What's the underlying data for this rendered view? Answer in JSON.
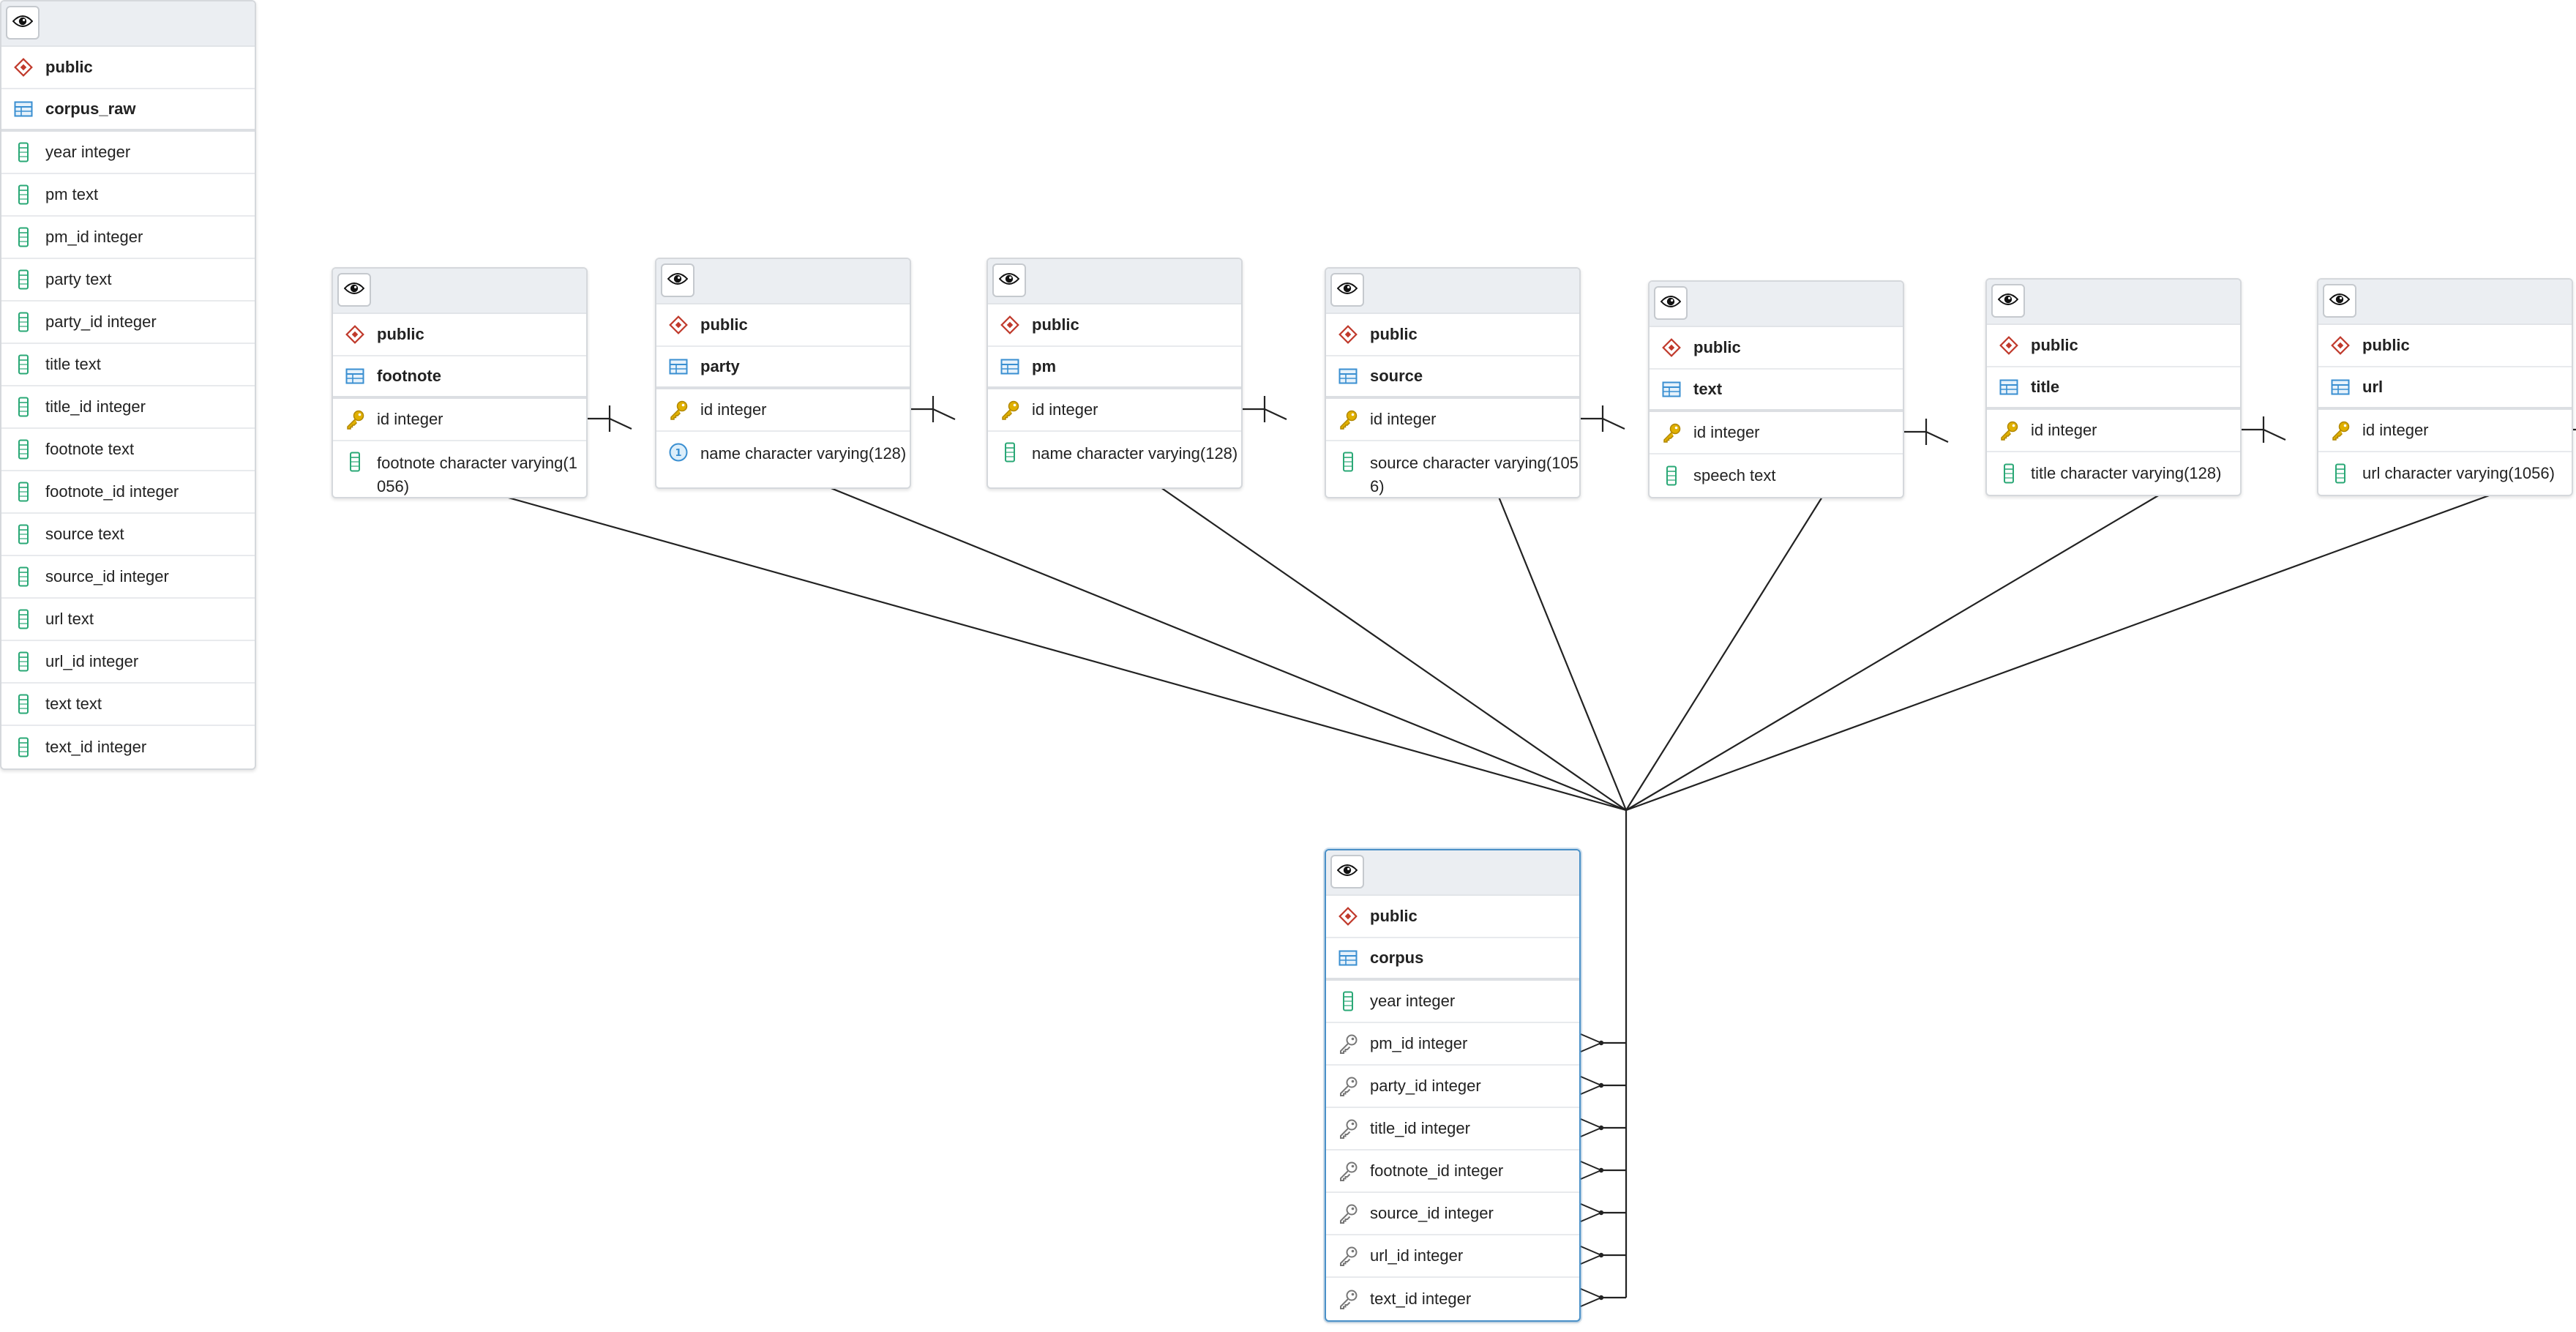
{
  "tables": [
    {
      "id": "corpus_raw",
      "schema": "public",
      "name": "corpus_raw",
      "selected": false,
      "columns": [
        {
          "label": "year integer",
          "icon": "column-icon"
        },
        {
          "label": "pm text",
          "icon": "column-icon"
        },
        {
          "label": "pm_id integer",
          "icon": "column-icon"
        },
        {
          "label": "party text",
          "icon": "column-icon"
        },
        {
          "label": "party_id integer",
          "icon": "column-icon"
        },
        {
          "label": "title text",
          "icon": "column-icon"
        },
        {
          "label": "title_id integer",
          "icon": "column-icon"
        },
        {
          "label": "footnote text",
          "icon": "column-icon"
        },
        {
          "label": "footnote_id integer",
          "icon": "column-icon"
        },
        {
          "label": "source text",
          "icon": "column-icon"
        },
        {
          "label": "source_id integer",
          "icon": "column-icon"
        },
        {
          "label": "url text",
          "icon": "column-icon"
        },
        {
          "label": "url_id integer",
          "icon": "column-icon"
        },
        {
          "label": "text text",
          "icon": "column-icon"
        },
        {
          "label": "text_id integer",
          "icon": "column-icon"
        }
      ]
    },
    {
      "id": "footnote",
      "schema": "public",
      "name": "footnote",
      "selected": false,
      "columns": [
        {
          "label": "id integer",
          "icon": "primary-key-icon"
        },
        {
          "label": "footnote character varying(1056)",
          "icon": "column-icon"
        }
      ]
    },
    {
      "id": "party",
      "schema": "public",
      "name": "party",
      "selected": false,
      "columns": [
        {
          "label": "id integer",
          "icon": "primary-key-icon"
        },
        {
          "label": "name character varying(128)",
          "icon": "unique-constraint-icon"
        }
      ]
    },
    {
      "id": "pm",
      "schema": "public",
      "name": "pm",
      "selected": false,
      "columns": [
        {
          "label": "id integer",
          "icon": "primary-key-icon"
        },
        {
          "label": "name character varying(128)",
          "icon": "column-icon"
        }
      ]
    },
    {
      "id": "source",
      "schema": "public",
      "name": "source",
      "selected": false,
      "columns": [
        {
          "label": "id integer",
          "icon": "primary-key-icon"
        },
        {
          "label": "source character varying(1056)",
          "icon": "column-icon"
        }
      ]
    },
    {
      "id": "text",
      "schema": "public",
      "name": "text",
      "selected": false,
      "columns": [
        {
          "label": "id integer",
          "icon": "primary-key-icon"
        },
        {
          "label": "speech text",
          "icon": "column-icon"
        }
      ]
    },
    {
      "id": "title",
      "schema": "public",
      "name": "title",
      "selected": false,
      "columns": [
        {
          "label": "id integer",
          "icon": "primary-key-icon"
        },
        {
          "label": "title character varying(128)",
          "icon": "column-icon"
        }
      ]
    },
    {
      "id": "url",
      "schema": "public",
      "name": "url",
      "selected": false,
      "columns": [
        {
          "label": "id integer",
          "icon": "primary-key-icon"
        },
        {
          "label": "url character varying(1056)",
          "icon": "column-icon"
        }
      ]
    },
    {
      "id": "corpus",
      "schema": "public",
      "name": "corpus",
      "selected": true,
      "columns": [
        {
          "label": "year integer",
          "icon": "column-icon"
        },
        {
          "label": "pm_id integer",
          "icon": "foreign-key-icon"
        },
        {
          "label": "party_id integer",
          "icon": "foreign-key-icon"
        },
        {
          "label": "title_id integer",
          "icon": "foreign-key-icon"
        },
        {
          "label": "footnote_id integer",
          "icon": "foreign-key-icon"
        },
        {
          "label": "source_id integer",
          "icon": "foreign-key-icon"
        },
        {
          "label": "url_id integer",
          "icon": "foreign-key-icon"
        },
        {
          "label": "text_id integer",
          "icon": "foreign-key-icon"
        }
      ]
    }
  ],
  "relationships": [
    {
      "from": "footnote",
      "to": "corpus",
      "to_column": "footnote_id integer"
    },
    {
      "from": "party",
      "to": "corpus",
      "to_column": "party_id integer"
    },
    {
      "from": "pm",
      "to": "corpus",
      "to_column": "pm_id integer"
    },
    {
      "from": "source",
      "to": "corpus",
      "to_column": "source_id integer"
    },
    {
      "from": "text",
      "to": "corpus",
      "to_column": "text_id integer"
    },
    {
      "from": "title",
      "to": "corpus",
      "to_column": "title_id integer"
    },
    {
      "from": "url",
      "to": "corpus",
      "to_column": "url_id integer"
    }
  ],
  "icons": {
    "schema-icon": "#c0392b",
    "table-icon": "#3a8fd1",
    "column-icon": "#2aa876",
    "primary-key-icon": "#e0b000",
    "foreign-key-icon": "#777777",
    "unique-constraint-icon": "#3a8fd1"
  },
  "link_color": "#222222"
}
